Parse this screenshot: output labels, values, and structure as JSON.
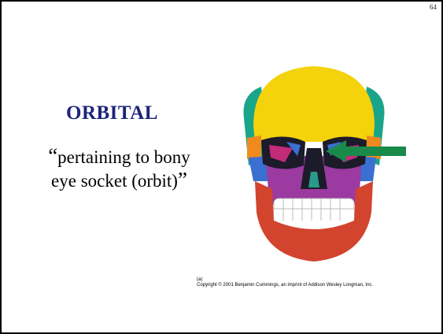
{
  "slide": {
    "page_number": "64",
    "title": "ORBITAL",
    "definition_open_quote": "“",
    "definition_line1": "pertaining to bony",
    "definition_line2": "eye socket (orbit)",
    "definition_close_quote": "”",
    "figure_label": "(a)",
    "copyright": "Copyright © 2001 Benjamin Cummings, an imprint of Addison Wesley Longman, Inc."
  },
  "colors": {
    "title": "#1c2479",
    "frontal_bone": "#f4d20c",
    "maxilla": "#9b3aa0",
    "mandible": "#d2442e",
    "temporal_teal": "#1aa58a",
    "zygomatic_blue": "#3b6fd0",
    "arrow": "#1a8a4a"
  },
  "icons": [
    "skull-illustration",
    "arrow-pointer"
  ]
}
